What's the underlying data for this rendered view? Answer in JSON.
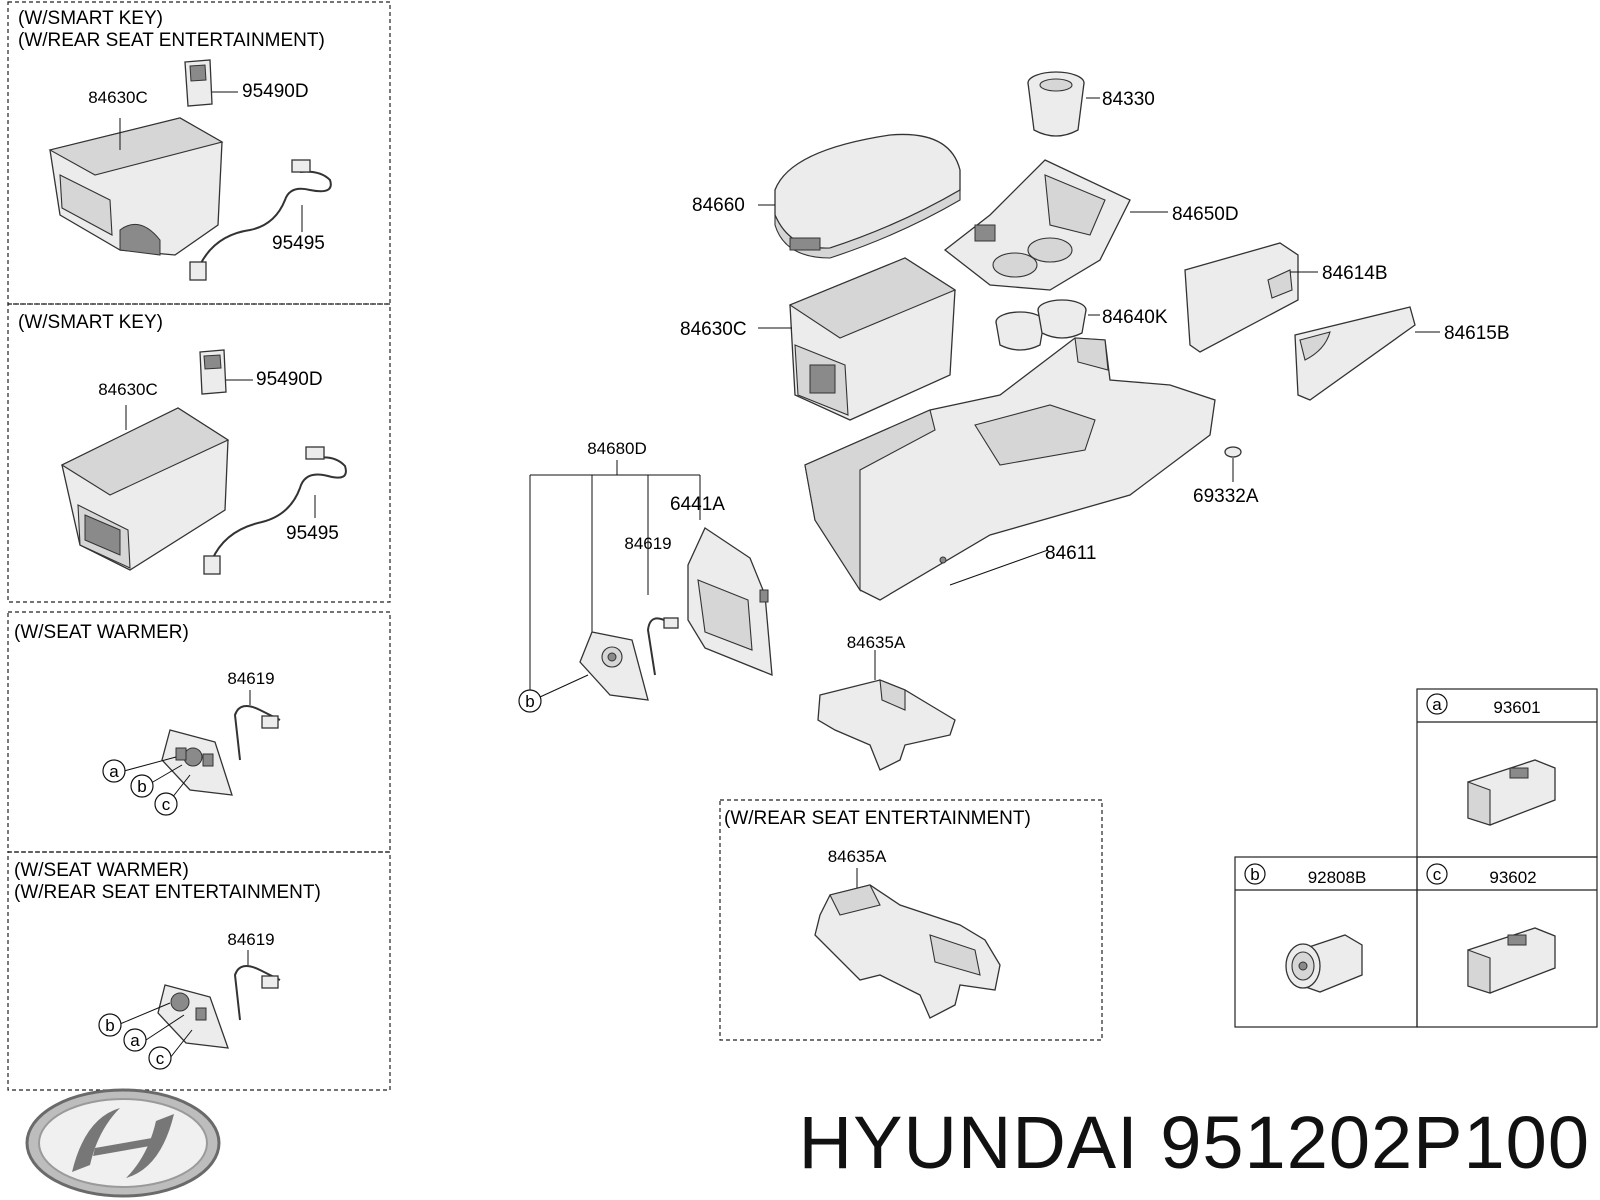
{
  "panels": {
    "p1": {
      "notes": [
        "(W/SMART KEY)",
        "(W/REAR SEAT ENTERTAINMENT)"
      ],
      "parts": [
        "84630C",
        "95490D",
        "95495"
      ]
    },
    "p2": {
      "notes": [
        "(W/SMART KEY)"
      ],
      "parts": [
        "84630C",
        "95490D",
        "95495"
      ]
    },
    "p3": {
      "notes": [
        "(W/SEAT WARMER)"
      ],
      "parts": [
        "84619"
      ],
      "markers": [
        "a",
        "b",
        "c"
      ]
    },
    "p4": {
      "notes": [
        "(W/SEAT WARMER)",
        "(W/REAR SEAT ENTERTAINMENT)"
      ],
      "parts": [
        "84619"
      ],
      "markers": [
        "b",
        "a",
        "c"
      ]
    }
  },
  "main": {
    "labels": [
      "84330",
      "84660",
      "84650D",
      "84614B",
      "84630C",
      "84640K",
      "84615B",
      "84680D",
      "6441A",
      "84619",
      "69332A",
      "84611",
      "84635A"
    ],
    "marker_b": "b"
  },
  "rse_box": {
    "note": "(W/REAR SEAT ENTERTAINMENT)",
    "part": "84635A"
  },
  "legend": {
    "cells": [
      {
        "marker": "a",
        "part": "93601"
      },
      {
        "marker": "b",
        "part": "92808B"
      },
      {
        "marker": "c",
        "part": "93602"
      }
    ]
  },
  "footer": {
    "logo": "hyundai-logo",
    "text": "HYUNDAI 951202P100"
  }
}
